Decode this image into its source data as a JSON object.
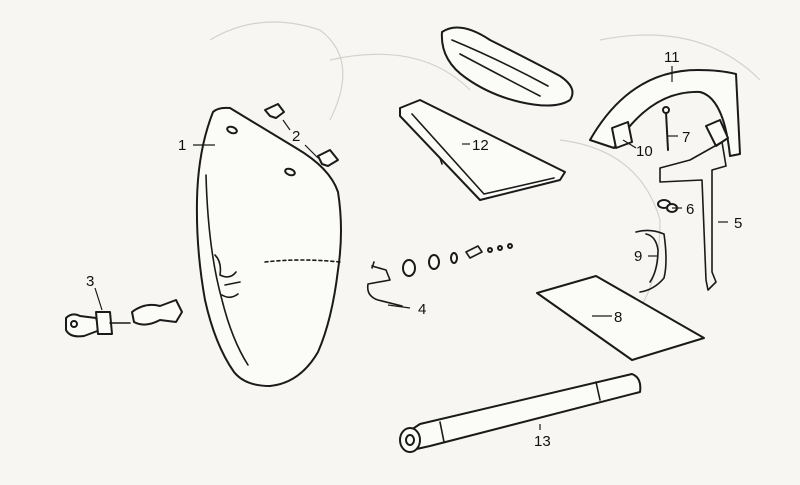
{
  "callouts": {
    "c1": "1",
    "c2": "2",
    "c3": "3",
    "c4": "4",
    "c5": "5",
    "c6": "6",
    "c7": "7",
    "c8": "8",
    "c9": "9",
    "c10": "10",
    "c11": "11",
    "c12": "12",
    "c13": "13"
  },
  "colors": {
    "ink": "#1a1a1a",
    "paper": "#f7f6f3"
  }
}
